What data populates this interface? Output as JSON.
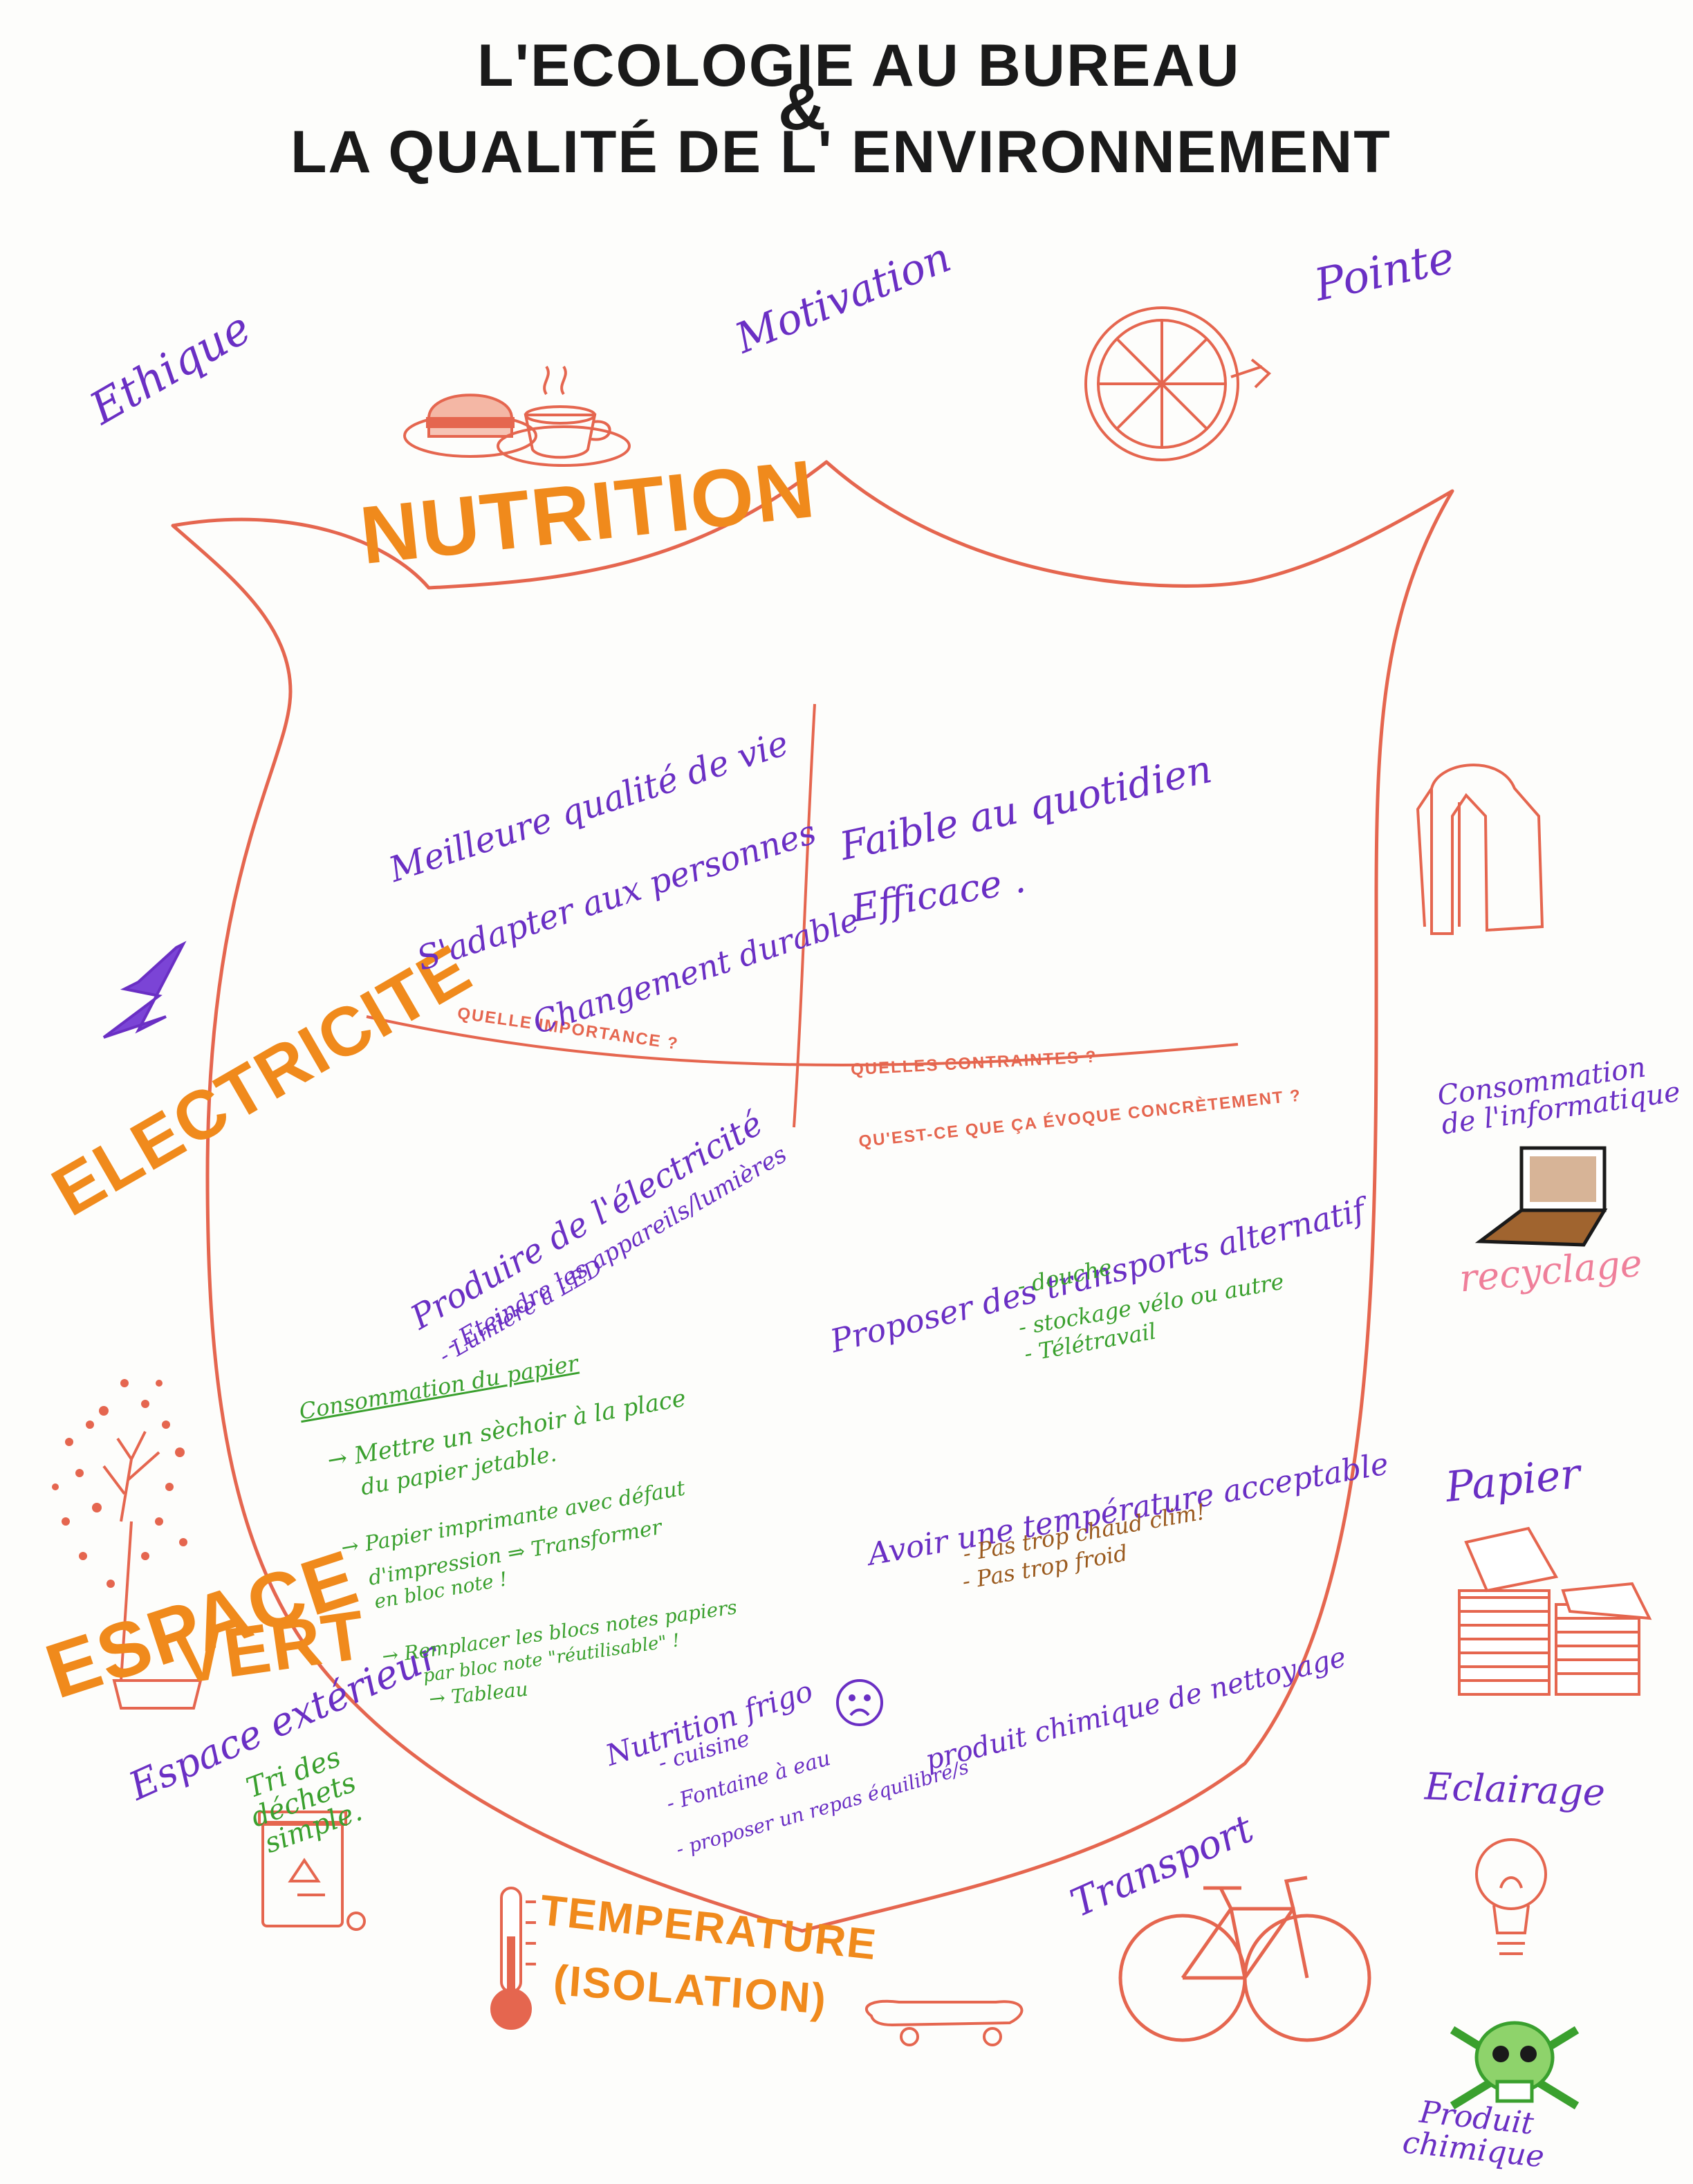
{
  "title": {
    "line1": "L'ECOLOGIE AU BUREAU",
    "amp": "&",
    "line2": "LA QUALITÉ DE L' ENVIRONNEMENT"
  },
  "labels": {
    "ethique": "Ethique",
    "motivation": "Motivation",
    "pointe": "Pointe",
    "nutrition": "NUTRITION",
    "electricite": "ELECTRICITE",
    "consommation_info": [
      "Consommation",
      "de l'informatique"
    ],
    "recyclage": "recyclage",
    "papier": "Papier",
    "espace": "ESPACE",
    "vert": "VERT",
    "espace_exterieur": "Espace extérieur",
    "tri_dechets": [
      "Tri des",
      "déchets",
      "simple."
    ],
    "temperature": "TEMPERATURE",
    "isolation": "(ISOLATION)",
    "transport": "Transport",
    "eclairage": "Eclairage",
    "produit_chimique": [
      "Produit",
      "chimique"
    ]
  },
  "shield": {
    "q_importance": "QUELLE IMPORTANCE ?",
    "q_contraintes": "QUELLES CONTRAINTES ?",
    "q_evoque": "QU'EST-CE QUE ÇA ÉVOQUE CONCRÈTEMENT ?",
    "importance": [
      "Meilleure qualité de vie",
      "S'adapter aux personnes",
      "Changement durable"
    ],
    "contraintes": [
      "Faible au quotidien",
      "Efficace ."
    ],
    "electricite": [
      "Produire de l'électricité",
      "- Eteindre les appareils/lumières",
      "- Lumière à LED"
    ],
    "papier": {
      "heading": "Consommation du papier",
      "items": [
        "→ Mettre un sèchoir à la place",
        "du papier jetable.",
        "→ Papier imprimante avec défaut",
        "d'impression ⇒ Transformer",
        "en bloc note !",
        "→ Remplacer les blocs notes papiers",
        "par bloc note \"réutilisable\" !",
        "→ Tableau"
      ]
    },
    "transports": {
      "heading": "Proposer des transports alternatif",
      "items": [
        "- douche",
        "- stockage vélo ou autre",
        "- Télétravail"
      ]
    },
    "temperature": {
      "heading": "Avoir une température acceptable",
      "items": [
        "- Pas trop chaud clim!",
        "- Pas trop froid"
      ]
    },
    "nutrition": {
      "heading": "Nutrition frigo",
      "items": [
        "- cuisine",
        "- Fontaine à eau",
        "- proposer un repas équilibré/s"
      ]
    },
    "nettoyage": "produit chimique de nettoyage"
  },
  "colors": {
    "outline": "#e5664f",
    "purple": "#6a2fc4",
    "orange": "#f08a1c",
    "green": "#3aa02e",
    "brown": "#9a5a1e",
    "black": "#1a1a1a"
  },
  "icons": [
    "burger-icon",
    "coffee-cup-icon",
    "pizza-icon",
    "lightning-icon",
    "jacket-icon",
    "laptop-icon",
    "paper-stack-icon",
    "tree-icon",
    "recycle-bin-icon",
    "thermometer-icon",
    "skateboard-icon",
    "bicycle-icon",
    "lightbulb-icon",
    "skull-icon",
    "sad-face-icon"
  ]
}
